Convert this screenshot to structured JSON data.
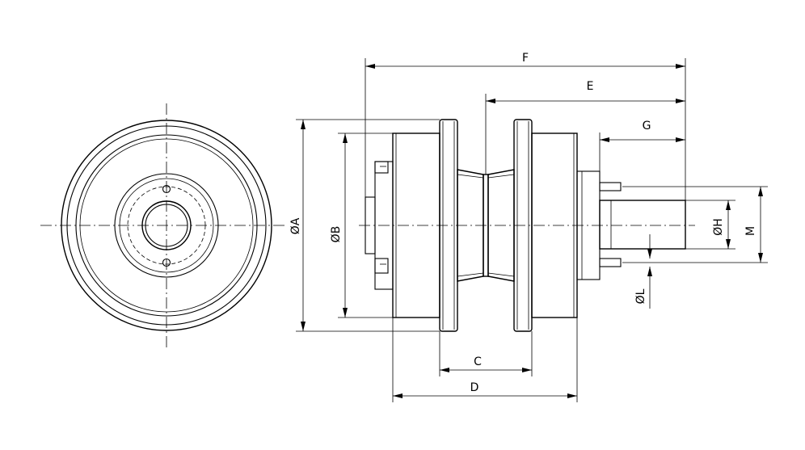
{
  "drawing": {
    "dimensions": {
      "A": "ØA",
      "B": "ØB",
      "C": "C",
      "D": "D",
      "E": "E",
      "F": "F",
      "G": "G",
      "H": "ØH",
      "L": "ØL",
      "M": "M"
    }
  }
}
